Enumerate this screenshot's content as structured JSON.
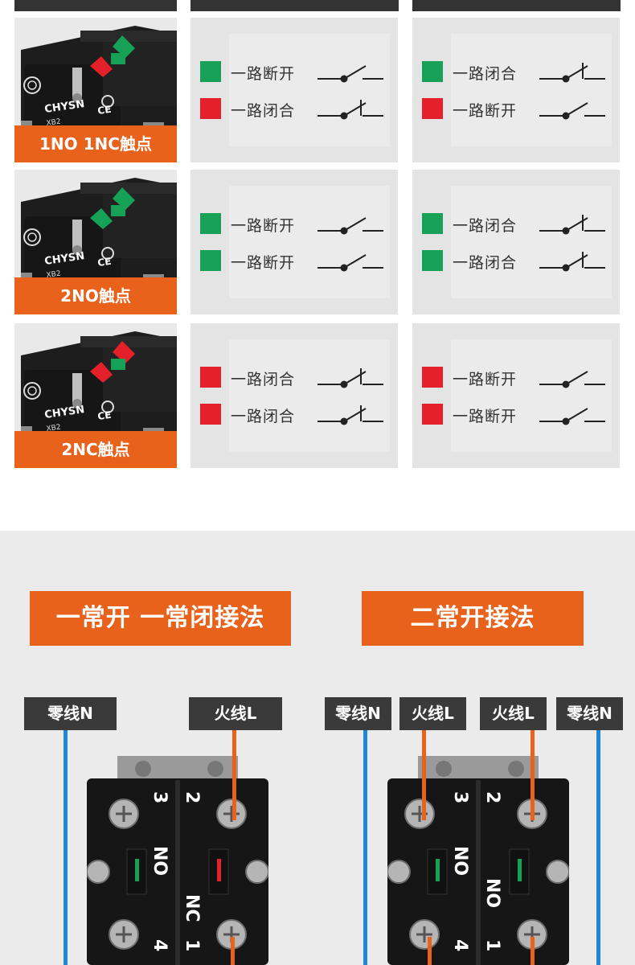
{
  "contact_types": [
    {
      "label": "1NO 1NC触点",
      "brand": "CHYSN",
      "model": "XB2",
      "mark": "CE",
      "actuators": [
        "red",
        "green"
      ],
      "left_panel": [
        {
          "color": "#17a157",
          "state": "一路断开",
          "symbol": "open"
        },
        {
          "color": "#e4202a",
          "state": "一路闭合",
          "symbol": "closed"
        }
      ],
      "right_panel": [
        {
          "color": "#17a157",
          "state": "一路闭合",
          "symbol": "closed"
        },
        {
          "color": "#e4202a",
          "state": "一路断开",
          "symbol": "open"
        }
      ]
    },
    {
      "label": "2NO触点",
      "brand": "CHYSN",
      "model": "XB2",
      "mark": "CE",
      "actuators": [
        "green",
        "green"
      ],
      "left_panel": [
        {
          "color": "#17a157",
          "state": "一路断开",
          "symbol": "open"
        },
        {
          "color": "#17a157",
          "state": "一路断开",
          "symbol": "open"
        }
      ],
      "right_panel": [
        {
          "color": "#17a157",
          "state": "一路闭合",
          "symbol": "closed"
        },
        {
          "color": "#17a157",
          "state": "一路闭合",
          "symbol": "closed"
        }
      ]
    },
    {
      "label": "2NC触点",
      "brand": "CHYSN",
      "model": "XB2",
      "mark": "CE",
      "actuators": [
        "red",
        "red"
      ],
      "left_panel": [
        {
          "color": "#e4202a",
          "state": "一路闭合",
          "symbol": "closed"
        },
        {
          "color": "#e4202a",
          "state": "一路闭合",
          "symbol": "closed"
        }
      ],
      "right_panel": [
        {
          "color": "#e4202a",
          "state": "一路断开",
          "symbol": "open"
        },
        {
          "color": "#e4202a",
          "state": "一路断开",
          "symbol": "open"
        }
      ]
    }
  ],
  "wiring": {
    "method_1": {
      "title": "一常开 一常闭接法",
      "labels": [
        "零线N",
        "火线L"
      ],
      "terminals": {
        "top_left": "3",
        "top_right": "2",
        "mid_left": "NO",
        "mid_right": "NC",
        "bottom_left": "4",
        "bottom_right": "1"
      }
    },
    "method_2": {
      "title": "二常开接法",
      "labels": [
        "零线N",
        "火线L",
        "火线L",
        "零线N"
      ],
      "terminals": {
        "top_left": "3",
        "top_right": "2",
        "mid_left": "NO",
        "mid_right": "NO",
        "bottom_left": "4",
        "bottom_right": "1"
      }
    }
  },
  "colors": {
    "accent": "#e8621c",
    "neutral_wire": "#1f86d8",
    "live_wire": "#e8621c",
    "no_green": "#17a157",
    "nc_red": "#e4202a"
  }
}
